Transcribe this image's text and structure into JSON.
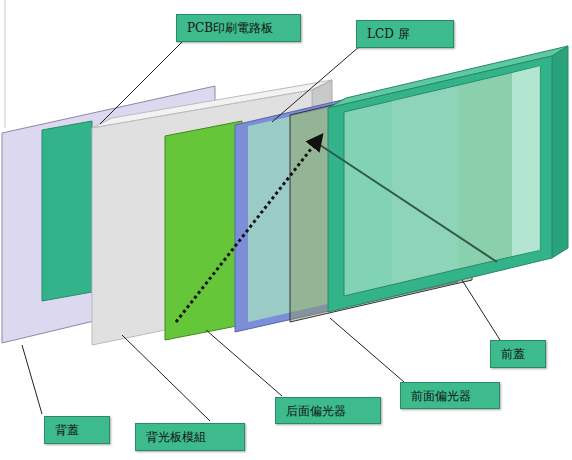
{
  "diagram": {
    "nodes": [
      {
        "text": [
          "PCB印刷電路板"
        ]
      },
      {
        "text": [
          "LCD 屏"
        ]
      },
      {
        "text": [
          "背蓋"
        ]
      },
      {
        "text": [
          "背光板模組"
        ]
      },
      {
        "text": [
          "后面偏光器"
        ]
      },
      {
        "text": [
          "前面偏光器"
        ]
      },
      {
        "text": [
          "前蓋"
        ]
      }
    ]
  }
}
